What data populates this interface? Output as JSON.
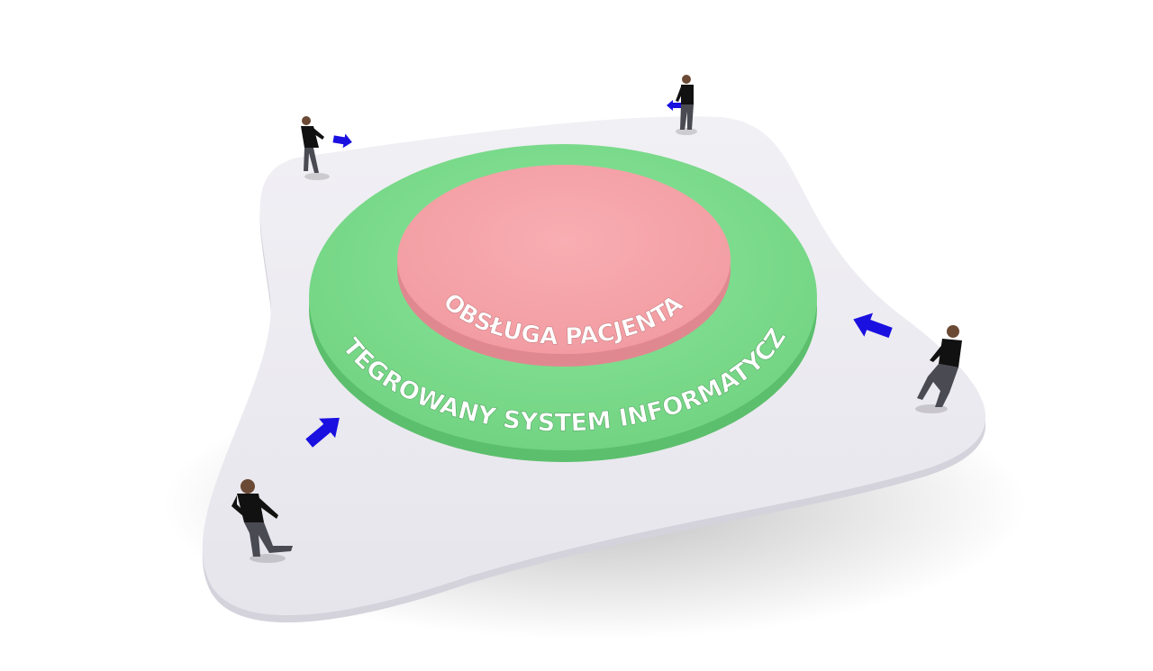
{
  "inner_ring": {
    "label": "OBSŁUGA PACJENTA",
    "color": "#f4a3a8"
  },
  "outer_ring": {
    "label": "ZINTEGROWANY SYSTEM INFORMATYCZNY",
    "color": "#7fdc8f"
  },
  "platform": {
    "color": "#ecebf1"
  },
  "arrow_color": "#1a10e0",
  "people": [
    {
      "id": "person-top-left",
      "carries_arrow": true
    },
    {
      "id": "person-top-right",
      "carries_arrow": true
    },
    {
      "id": "person-right",
      "carries_arrow": true
    },
    {
      "id": "person-bottom-left",
      "carries_arrow": true
    }
  ]
}
